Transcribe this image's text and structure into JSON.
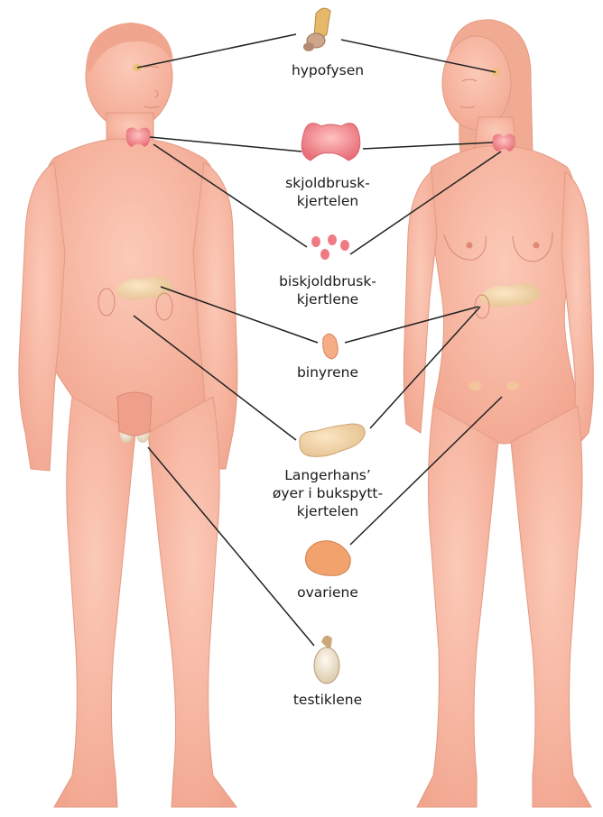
{
  "labels": {
    "hypofysen": "hypofysen",
    "skjold_1": "skjoldbrusk-",
    "skjold_2": "kjertelen",
    "biskjold_1": "biskjoldbrusk-",
    "biskjold_2": "kjertlene",
    "binyrene": "binyrene",
    "langerhans_1": "Langerhans’",
    "langerhans_2": "øyer i bukspytt-",
    "langerhans_3": "kjertelen",
    "ovariene": "ovariene",
    "testiklene": "testiklene"
  },
  "colors": {
    "skin": "#f7b8a3",
    "skin_shade": "#eea38c",
    "gland_pink": "#f39a9a",
    "gland_tan": "#efd3a8",
    "line": "#222222"
  }
}
